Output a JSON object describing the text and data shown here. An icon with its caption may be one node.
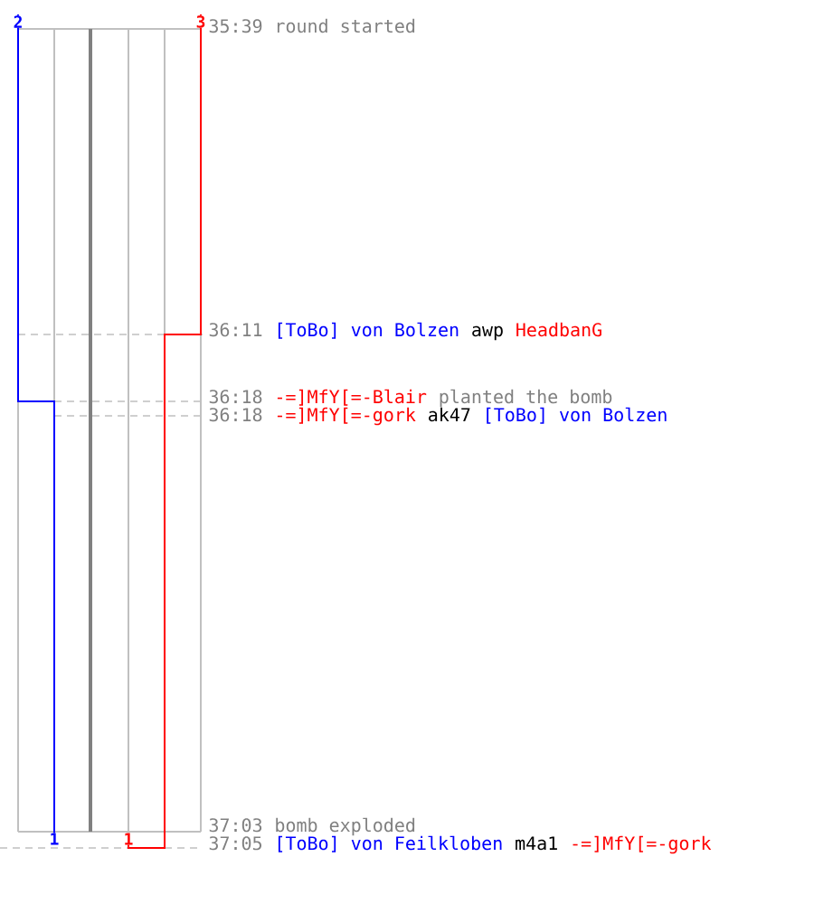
{
  "diagram": {
    "labels": [
      "2",
      "3",
      "35:39",
      "round started",
      "36:11",
      "[ToBo] von Bolzen",
      "awp",
      "HeadbanG",
      "36:18",
      "-=]MfY[=-Blair",
      "planted the bomb",
      "36:18",
      "-=]MfY[=-gork",
      "ak47",
      "[ToBo] von Bolzen",
      "37:03",
      "bomb exploded",
      "1",
      "1",
      "37:05",
      "[ToBo] von Feilkloben",
      "m4a1",
      "-=]MfY[=-gork"
    ]
  }
}
